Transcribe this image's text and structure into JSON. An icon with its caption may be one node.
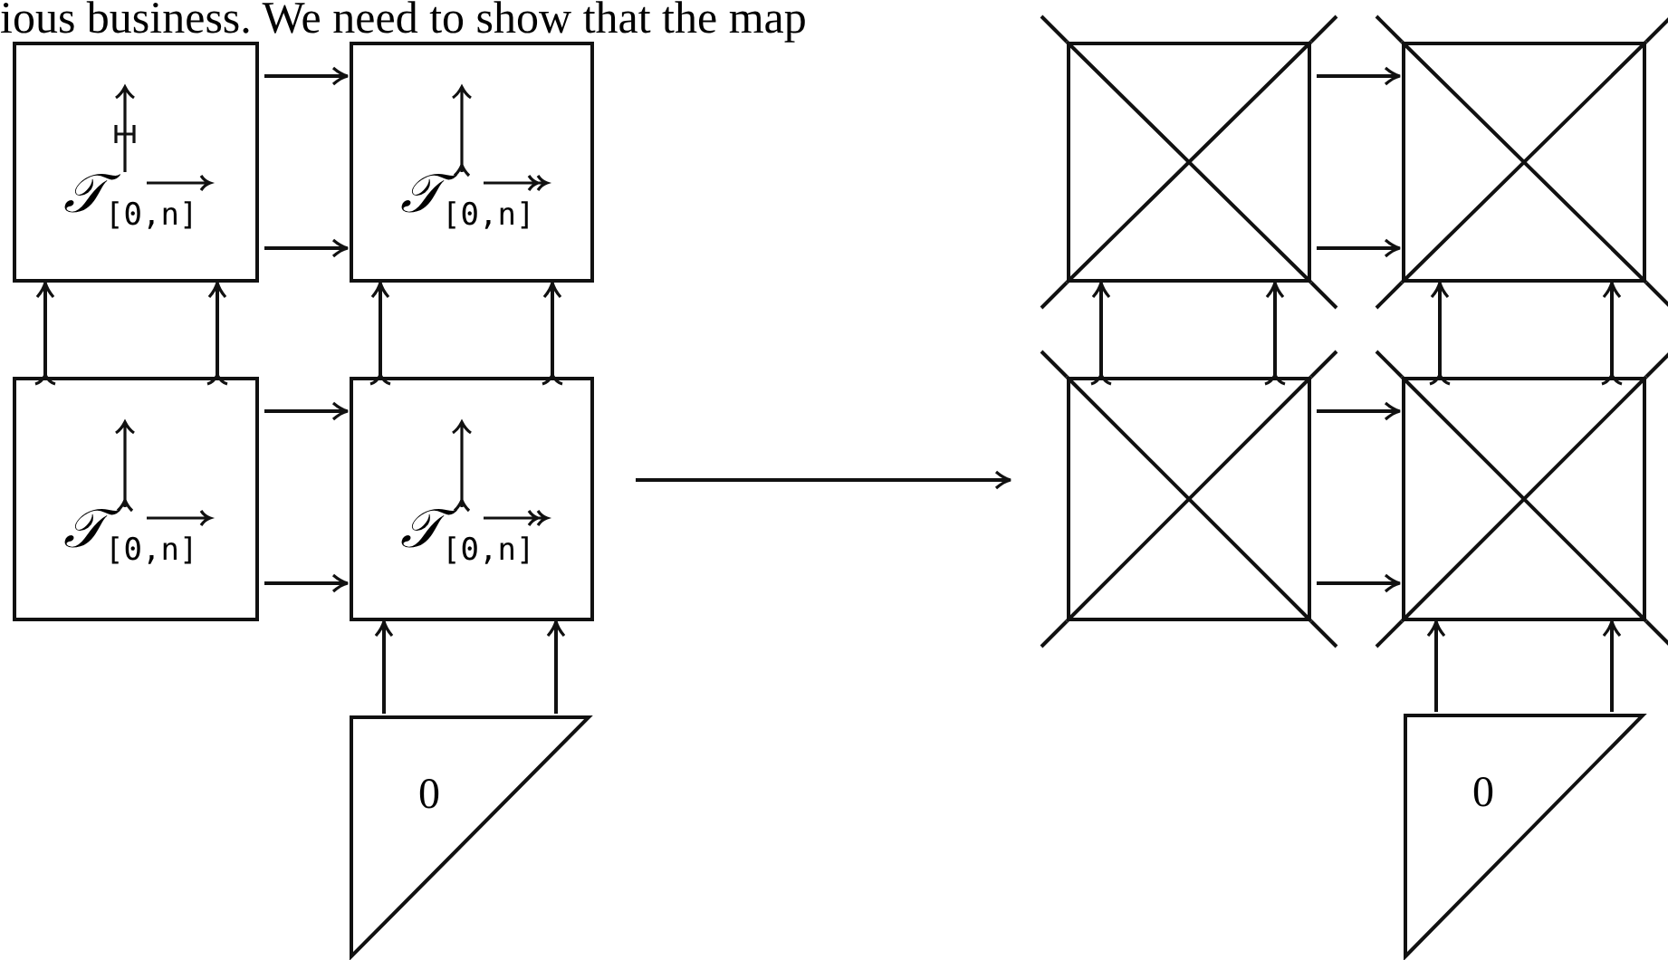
{
  "diagram": {
    "nodes": [
      {
        "text": [
          "𝒯$_{[0,n]}$"
        ]
      },
      {
        "text": [
          "𝒯$_{[0,n]}$"
        ]
      },
      {
        "text": [
          "𝒯$_{[0,n]}$"
        ]
      },
      {
        "text": [
          "𝒯$_{[0,n]}$"
        ]
      },
      {
        "text": [
          "0"
        ]
      },
      {
        "text": [],
        "shape": "box"
      },
      {
        "text": [],
        "shape": "box"
      },
      {
        "text": [],
        "shape": "box"
      },
      {
        "text": [],
        "shape": "box"
      },
      {
        "text": [
          "0"
        ]
      }
    ],
    "edges": [
      {
        "from": 0,
        "to": 1,
        "arrow": "to"
      },
      {
        "from": 0,
        "to": 1,
        "arrow": "to"
      },
      {
        "from": 2,
        "to": 0,
        "arrow": "to"
      },
      {
        "from": 2,
        "to": 0,
        "arrow": "to"
      },
      {
        "from": 3,
        "to": 1,
        "arrow": "to"
      },
      {
        "from": 3,
        "to": 1,
        "arrow": "to"
      },
      {
        "from": 2,
        "to": 3,
        "arrow": "to"
      },
      {
        "from": 2,
        "to": 3,
        "arrow": "to"
      },
      {
        "from": 4,
        "to": 3,
        "arrow": "to"
      },
      {
        "from": 4,
        "to": 3,
        "arrow": "to"
      },
      {
        "from": 3,
        "to": 7,
        "arrow": "to"
      },
      {
        "from": 5,
        "to": 6,
        "arrow": "to"
      },
      {
        "from": 5,
        "to": 6,
        "arrow": "to"
      },
      {
        "from": 7,
        "to": 5,
        "arrow": "to"
      },
      {
        "from": 7,
        "to": 5,
        "arrow": "to"
      },
      {
        "from": 8,
        "to": 6,
        "arrow": "to"
      },
      {
        "from": 8,
        "to": 6,
        "arrow": "to"
      },
      {
        "from": 7,
        "to": 8,
        "arrow": "to"
      },
      {
        "from": 7,
        "to": 8,
        "arrow": "to"
      },
      {
        "from": 9,
        "to": 8,
        "arrow": "to"
      },
      {
        "from": 9,
        "to": 8,
        "arrow": "to"
      }
    ],
    "labels": [
      "ious business. We need to show that the map"
    ]
  }
}
